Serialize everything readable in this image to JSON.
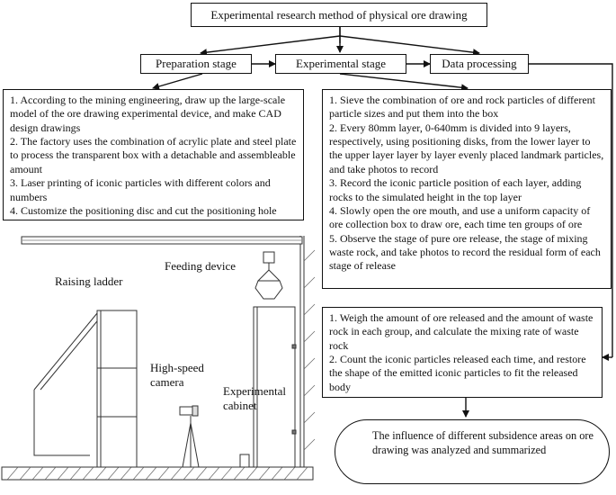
{
  "title": "Experimental research method of physical ore drawing",
  "stages": {
    "preparation": "Preparation stage",
    "experimental": "Experimental stage",
    "data": "Data processing"
  },
  "preparation_steps": [
    "1. According to the mining engineering, draw up the large-scale model of the ore drawing experimental device, and make CAD design drawings",
    "2. The factory uses the combination of acrylic plate and steel plate to process the transparent box with a detachable and assembleable amount",
    "3. Laser printing of iconic particles with different colors and numbers",
    "4. Customize the positioning disc and cut the positioning hole"
  ],
  "experimental_steps": [
    "1.  Sieve the combination of ore and rock particles of different particle sizes and put them into the box",
    "2. Every 80mm layer, 0-640mm is divided into 9 layers, respectively, using positioning disks, from the lower layer to the upper layer layer by layer evenly placed landmark particles, and take photos to record",
    "3. Record the iconic particle position of each layer, adding rocks to the simulated height in the top layer",
    "4. Slowly open the ore mouth, and use a uniform capacity of ore collection box to draw ore, each time ten groups of ore",
    "5. Observe the stage of pure ore release, the stage of mixing waste rock, and take photos to record the residual form of each stage of release"
  ],
  "data_steps": [
    "1. Weigh the amount of ore released and the amount of waste rock in each group, and calculate the mixing rate of waste rock",
    "2. Count the iconic particles released each time, and restore the shape of the emitted iconic particles to fit the released body"
  ],
  "conclusion": "The influence of different subsidence areas on ore drawing was analyzed and summarized",
  "apparatus": {
    "feeding_device": "Feeding device",
    "raising_ladder": "Raising ladder",
    "camera_line1": "High-speed",
    "camera_line2": "camera",
    "cabinet_line1": "Experimental",
    "cabinet_line2": "cabinet"
  }
}
